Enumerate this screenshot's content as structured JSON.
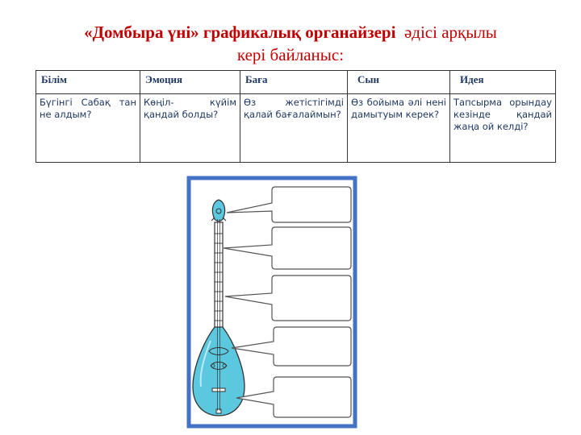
{
  "title": {
    "bold_part": "«Домбыра үні» графикалық органайзері",
    "plain_part": "әдісі арқылы",
    "line2": "кері байланыс:"
  },
  "table": {
    "headers": [
      "Білім",
      "Эмоция",
      "Баға",
      "Сын",
      "Идея"
    ],
    "cells": [
      "Бүгінгі Сабақ тан не алдым?",
      "Көңіл- күйім қандай болды?",
      "Өз жетістігімді қалай бағалаймын?",
      "Өз бойыма әлі нені дамытуым керек?",
      "Тапсырма орындау кезінде қандай жаңа ой келді?"
    ]
  },
  "colors": {
    "title": "#c00000",
    "table_text": "#1f3864",
    "frame": "#4472c4",
    "body_fill": "#5bc8e0"
  },
  "image": {
    "icon": "dombyra-icon"
  }
}
